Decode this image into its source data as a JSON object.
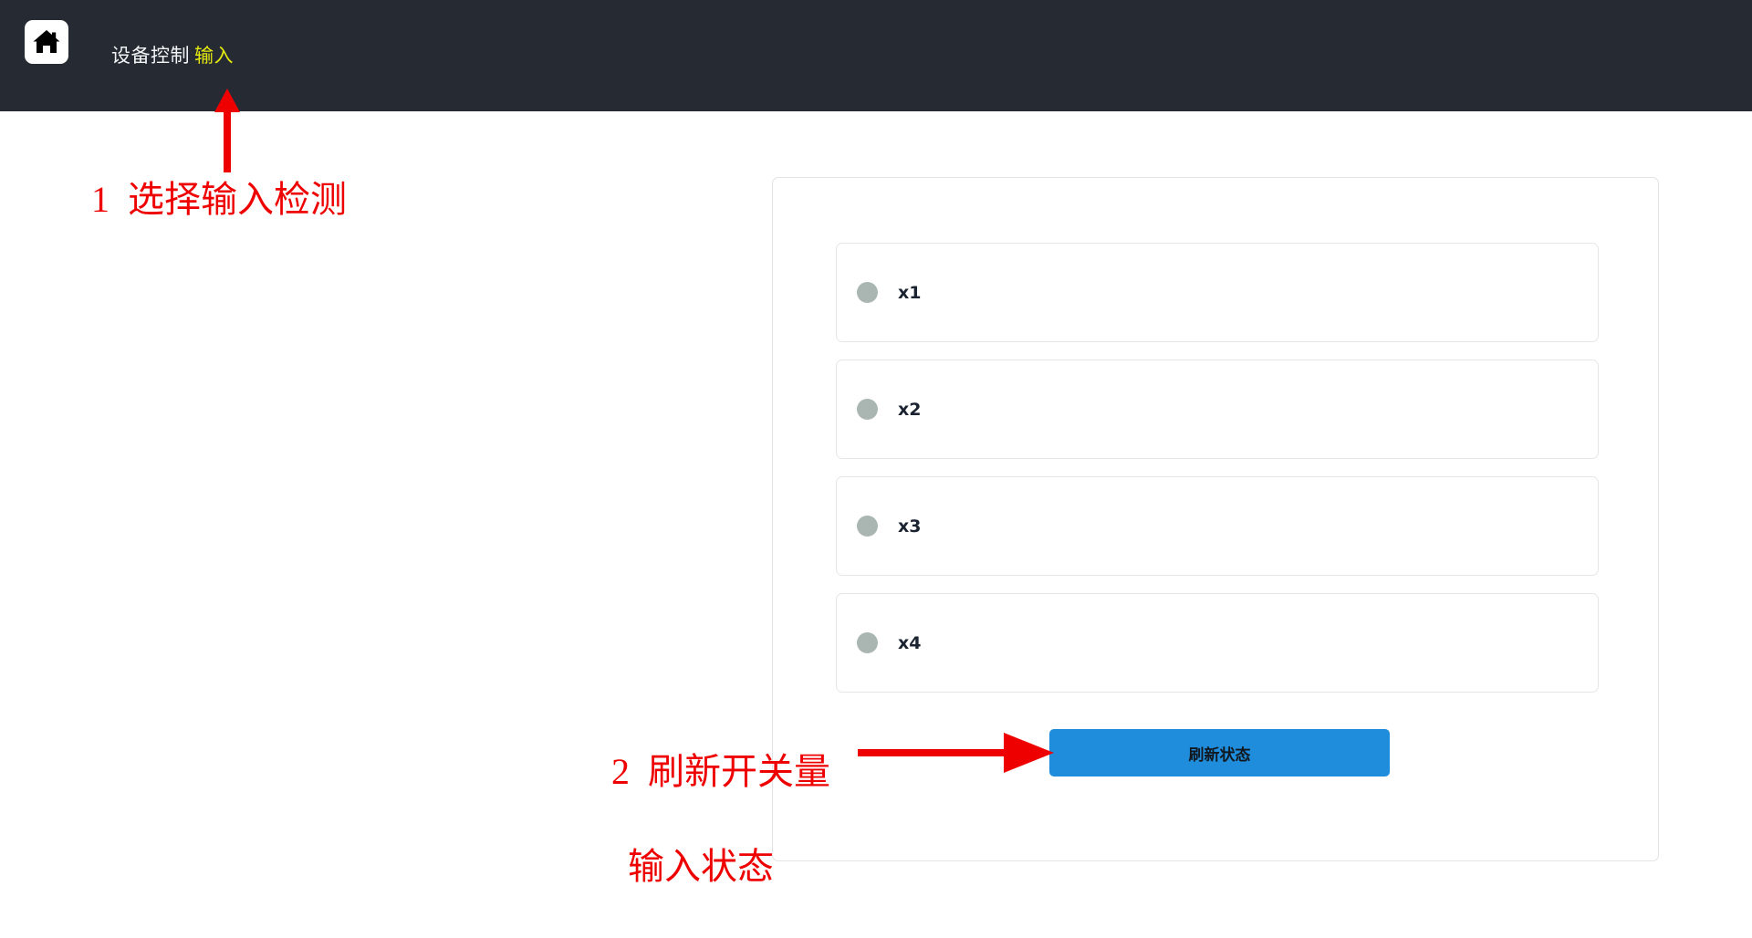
{
  "header": {
    "home_icon": "home-icon",
    "breadcrumb_parent": "设备控制",
    "breadcrumb_current": "输入",
    "background_color": "#262b33",
    "current_color": "#e3e80f"
  },
  "panel": {
    "inputs": [
      {
        "label": "x1",
        "state": "off",
        "dot_color": "#aab6b2"
      },
      {
        "label": "x2",
        "state": "off",
        "dot_color": "#aab6b2"
      },
      {
        "label": "x3",
        "state": "off",
        "dot_color": "#aab6b2"
      },
      {
        "label": "x4",
        "state": "off",
        "dot_color": "#aab6b2"
      }
    ],
    "refresh_label": "刷新状态",
    "refresh_color": "#1f8ddb"
  },
  "annotations": {
    "color": "#ee0000",
    "step1": "1  选择输入检测",
    "step2_line1": "2  刷新开关量",
    "step2_line2": "输入状态"
  }
}
